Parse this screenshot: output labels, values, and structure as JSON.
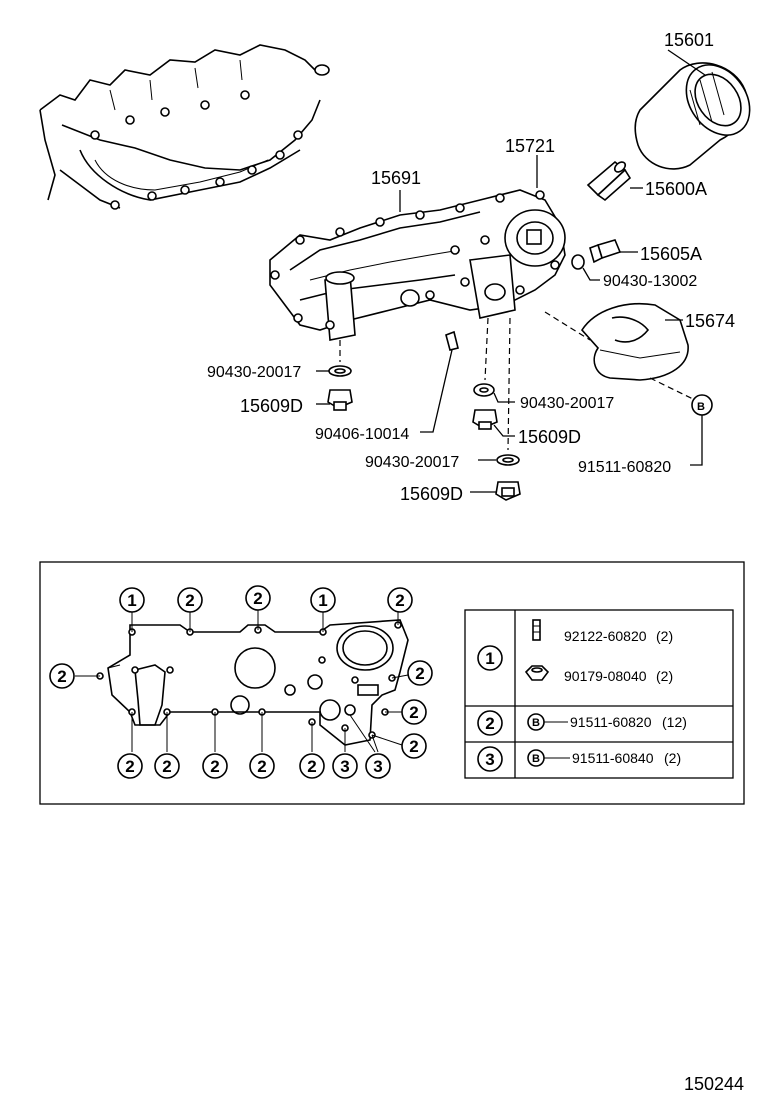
{
  "illustration_number": "150244",
  "part_labels": {
    "oil_filter": "15601",
    "oil_cooler_case": "15721",
    "gasket": "15691",
    "relief_valve": "15600A",
    "plug": "15605A",
    "gasket_13002": "90430-13002",
    "baffle_plate": "15674",
    "gasket_a": "90430-20017",
    "union_a": "15609D",
    "pin": "90406-10014",
    "gasket_b": "90430-20017",
    "union_b": "15609D",
    "gasket_c": "90430-20017",
    "union_c": "15609D",
    "bolt_ref": "91511-60820",
    "bolt_ref_mark": "B"
  },
  "legend": {
    "row1": {
      "key": "1",
      "items": [
        {
          "part": "92122-60820",
          "qty": "(2)"
        },
        {
          "part": "90179-08040",
          "qty": "(2)"
        }
      ]
    },
    "row2": {
      "key": "2",
      "mark": "B",
      "items": [
        {
          "part": "91511-60820",
          "qty": "(12)"
        }
      ]
    },
    "row3": {
      "key": "3",
      "mark": "B",
      "items": [
        {
          "part": "91511-60840",
          "qty": "(2)"
        }
      ]
    }
  },
  "bolt_callouts": {
    "top": [
      "1",
      "2",
      "2",
      "1",
      "2"
    ],
    "left": "2",
    "right": [
      "2",
      "2",
      "2"
    ],
    "bottom": [
      "2",
      "2",
      "2",
      "2",
      "2",
      "3",
      "3"
    ]
  }
}
